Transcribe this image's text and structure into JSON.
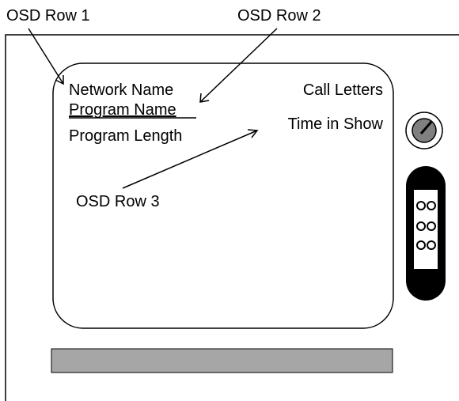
{
  "screen": {
    "network_name": "Network Name",
    "call_letters": "Call Letters",
    "program_name": "Program Name",
    "program_length": "Program Length",
    "time_in_show": "Time in Show"
  },
  "callouts": {
    "row1": "OSD Row 1",
    "row2": "OSD Row 2",
    "row3": "OSD Row 3"
  },
  "colors": {
    "outline": "#000000",
    "knob_fill": "#808080",
    "bar_fill": "#a6a6a6",
    "panel_body": "#000000",
    "panel_face": "#ffffff"
  }
}
